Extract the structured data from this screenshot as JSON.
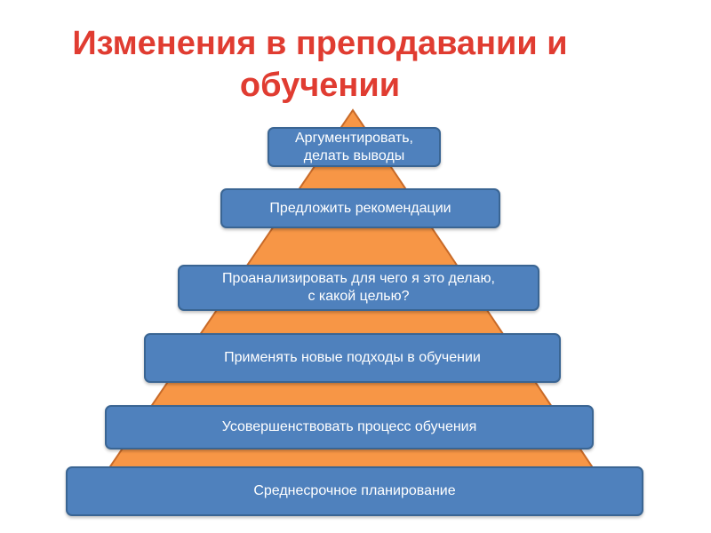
{
  "title": {
    "line1": "Изменения в преподавании и",
    "line2": "обучении"
  },
  "pyramid": {
    "fill_color": "#f79646",
    "stroke_color": "#c86a28",
    "box_color": "#4f81bd",
    "levels": [
      {
        "label": "Аргументировать,\nделать выводы"
      },
      {
        "label": "Предложить рекомендации"
      },
      {
        "label": "Проанализировать для чего я это делаю,\nс какой целью?"
      },
      {
        "label": "Применять новые подходы в обучении"
      },
      {
        "label": "Усовершенствовать процесс обучения"
      },
      {
        "label": "Среднесрочное планирование"
      }
    ]
  }
}
